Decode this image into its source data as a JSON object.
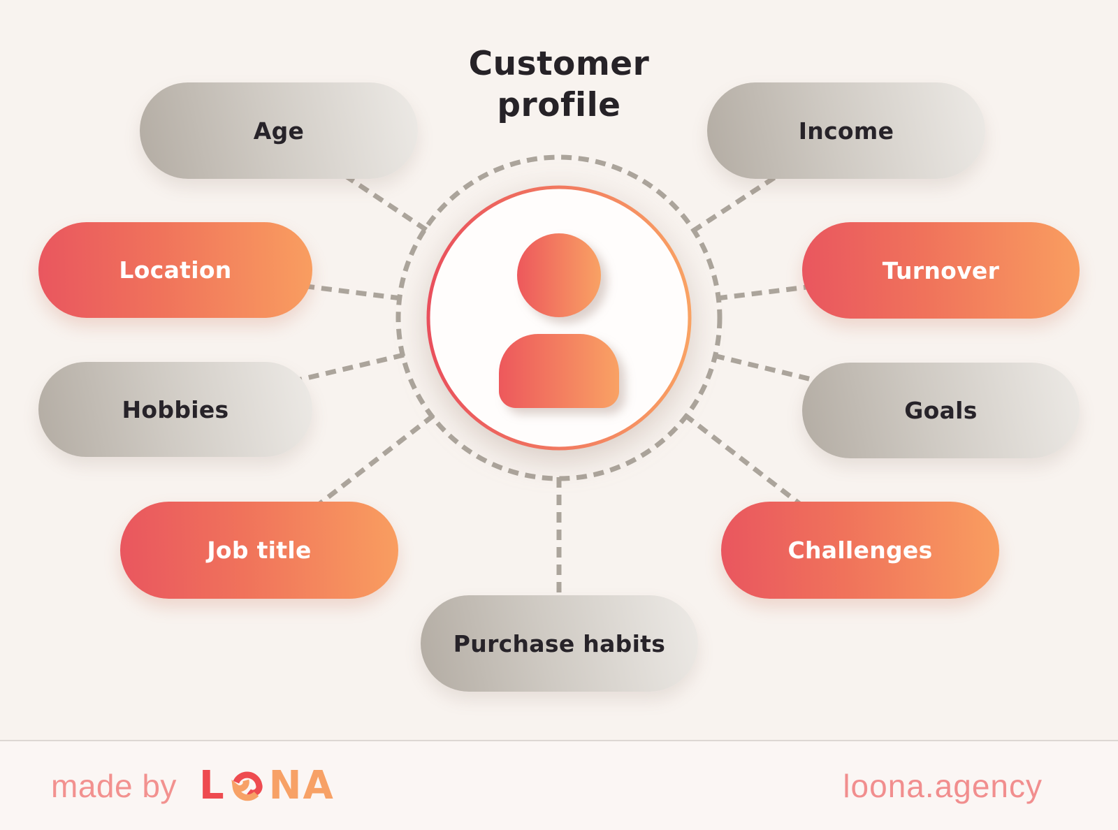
{
  "header": {
    "title": "Customer\nprofile"
  },
  "center": {
    "icon": "person-icon"
  },
  "pills": [
    {
      "id": "age",
      "label": "Age",
      "style": "gray"
    },
    {
      "id": "income",
      "label": "Income",
      "style": "gray"
    },
    {
      "id": "location",
      "label": "Location",
      "style": "orange"
    },
    {
      "id": "turnover",
      "label": "Turnover",
      "style": "orange"
    },
    {
      "id": "hobbies",
      "label": "Hobbies",
      "style": "gray"
    },
    {
      "id": "goals",
      "label": "Goals",
      "style": "gray"
    },
    {
      "id": "job_title",
      "label": "Job title",
      "style": "orange"
    },
    {
      "id": "challenges",
      "label": "Challenges",
      "style": "orange"
    },
    {
      "id": "purchase_habits",
      "label": "Purchase habits",
      "style": "gray"
    }
  ],
  "footer": {
    "made_by": "made by",
    "logo_l": "L",
    "logo_na": "NA",
    "site": "loona.agency"
  },
  "colors": {
    "background": "#f8f3ef",
    "accent_gradient_start": "#e9565f",
    "accent_gradient_end": "#f99e60",
    "neutral_gradient_start": "#b3aca3",
    "neutral_gradient_end": "#edeae6",
    "dash": "#aba49b",
    "title_text": "#262227",
    "pill_text_dark": "#272329",
    "pill_text_light": "#ffffff",
    "footer_text": "#f2918f",
    "logo_red": "#ee4b50",
    "logo_orange": "#f7a166"
  }
}
